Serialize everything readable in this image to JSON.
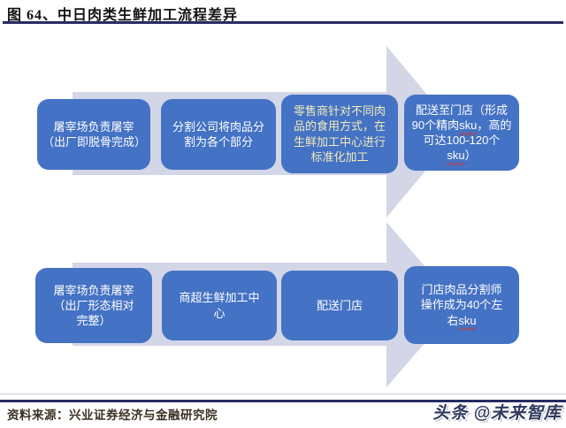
{
  "header": {
    "title": "图 64、中日肉类生鲜加工流程差异"
  },
  "colors": {
    "box_blue": "#4472c4",
    "arrow_fill": "#d2d6e7",
    "highlight_text": "#f0ebba",
    "rule_navy": "#272c63",
    "sku_underline": "#d93025",
    "watermark_navy": "#2f3a5c"
  },
  "diagram": {
    "rows": [
      {
        "boxes": [
          {
            "lines": [
              "屠宰场负责屠宰",
              "（出厂即脱骨完成）"
            ]
          },
          {
            "lines": [
              "分割公司将肉品分",
              "割为各个部分"
            ]
          },
          {
            "lines": [
              "零售商针对不同肉",
              "品的食用方式，在",
              "生鲜加工中心进行",
              "标准化加工"
            ]
          },
          {
            "lines": [
              "配送至门店（形成",
              "90个精肉sku，高的",
              "可达100-120个sku）"
            ]
          }
        ]
      },
      {
        "boxes": [
          {
            "lines": [
              "屠宰场负责屠宰",
              "（出厂形态相对",
              "完整）"
            ]
          },
          {
            "lines": [
              "商超生鲜加工中",
              "心"
            ]
          },
          {
            "lines": [
              "配送门店"
            ]
          },
          {
            "lines": [
              "门店肉品分割师",
              "操作成为40个左",
              "右sku"
            ]
          }
        ]
      }
    ]
  },
  "footer": {
    "source": "资料来源：兴业证券经济与金融研究院",
    "watermark": "头条 @未来智库"
  }
}
